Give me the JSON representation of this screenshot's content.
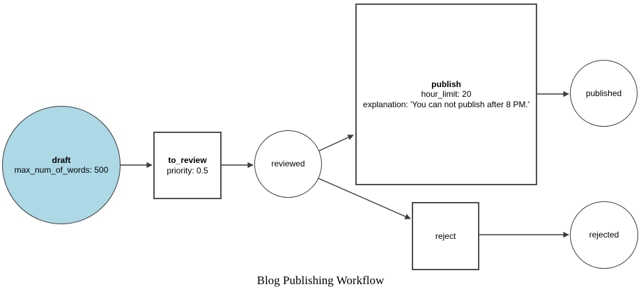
{
  "diagram": {
    "title": "Blog Publishing Workflow",
    "nodes": {
      "draft": {
        "label": "draft",
        "detail": "max_num_of_words: 500",
        "shape": "circle",
        "fill": "#add8e6"
      },
      "to_review": {
        "label": "to_review",
        "detail": "priority: 0.5",
        "shape": "box",
        "fill": "#ffffff"
      },
      "reviewed": {
        "label": "reviewed",
        "shape": "circle",
        "fill": "#ffffff"
      },
      "publish": {
        "label": "publish",
        "detail": "hour_limit: 20",
        "detail2": "explanation: 'You can not publish after 8 PM.'",
        "shape": "box",
        "fill": "#ffffff"
      },
      "published": {
        "label": "published",
        "shape": "circle",
        "fill": "#ffffff"
      },
      "reject": {
        "label": "reject",
        "shape": "box",
        "fill": "#ffffff"
      },
      "rejected": {
        "label": "rejected",
        "shape": "circle",
        "fill": "#ffffff"
      }
    },
    "edges": [
      {
        "from": "draft",
        "to": "to_review"
      },
      {
        "from": "to_review",
        "to": "reviewed"
      },
      {
        "from": "reviewed",
        "to": "publish"
      },
      {
        "from": "reviewed",
        "to": "reject"
      },
      {
        "from": "publish",
        "to": "published"
      },
      {
        "from": "reject",
        "to": "rejected"
      }
    ],
    "colors": {
      "start_node_fill": "#add8e6",
      "node_fill": "#ffffff",
      "node_border": "#4a4a4a",
      "edge": "#3d3d3d",
      "text": "#000000"
    }
  }
}
